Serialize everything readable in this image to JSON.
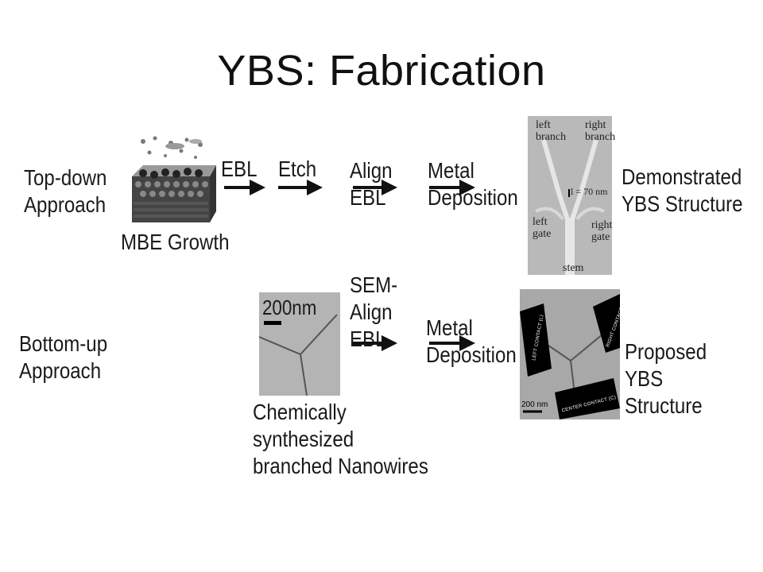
{
  "title": "YBS: Fabrication",
  "top_row": {
    "approach": [
      "Top-down",
      "Approach"
    ],
    "mbe": "MBE Growth",
    "step1": "EBL",
    "step2": "Etch",
    "step3": [
      "Align",
      "EBL"
    ],
    "step4": [
      "Metal",
      "Deposition"
    ],
    "result": [
      "Demonstrated",
      "YBS Structure"
    ],
    "micro": {
      "left_branch": [
        "left",
        "branch"
      ],
      "right_branch": [
        "right",
        "branch"
      ],
      "dim": "l = 70 nm",
      "left_gate": [
        "left",
        "gate"
      ],
      "right_gate": [
        "right",
        "gate"
      ],
      "stem": "stem"
    }
  },
  "bottom_row": {
    "approach": [
      "Bottom-up",
      "Approach"
    ],
    "scale": "200nm",
    "step1": [
      "SEM-",
      "Align",
      "EBL"
    ],
    "step2": [
      "Metal",
      "Deposition"
    ],
    "nanowire_caption": [
      "Chemically",
      "synthesized",
      "branched Nanowires"
    ],
    "result": [
      "Proposed",
      "YBS Structure"
    ],
    "tem": {
      "left_contact": "LEFT CONTACT (L)",
      "right_contact": "RIGHT CONTACT (R)",
      "center_contact": "CENTER CONTACT (C)",
      "scale": "200 nm"
    }
  }
}
